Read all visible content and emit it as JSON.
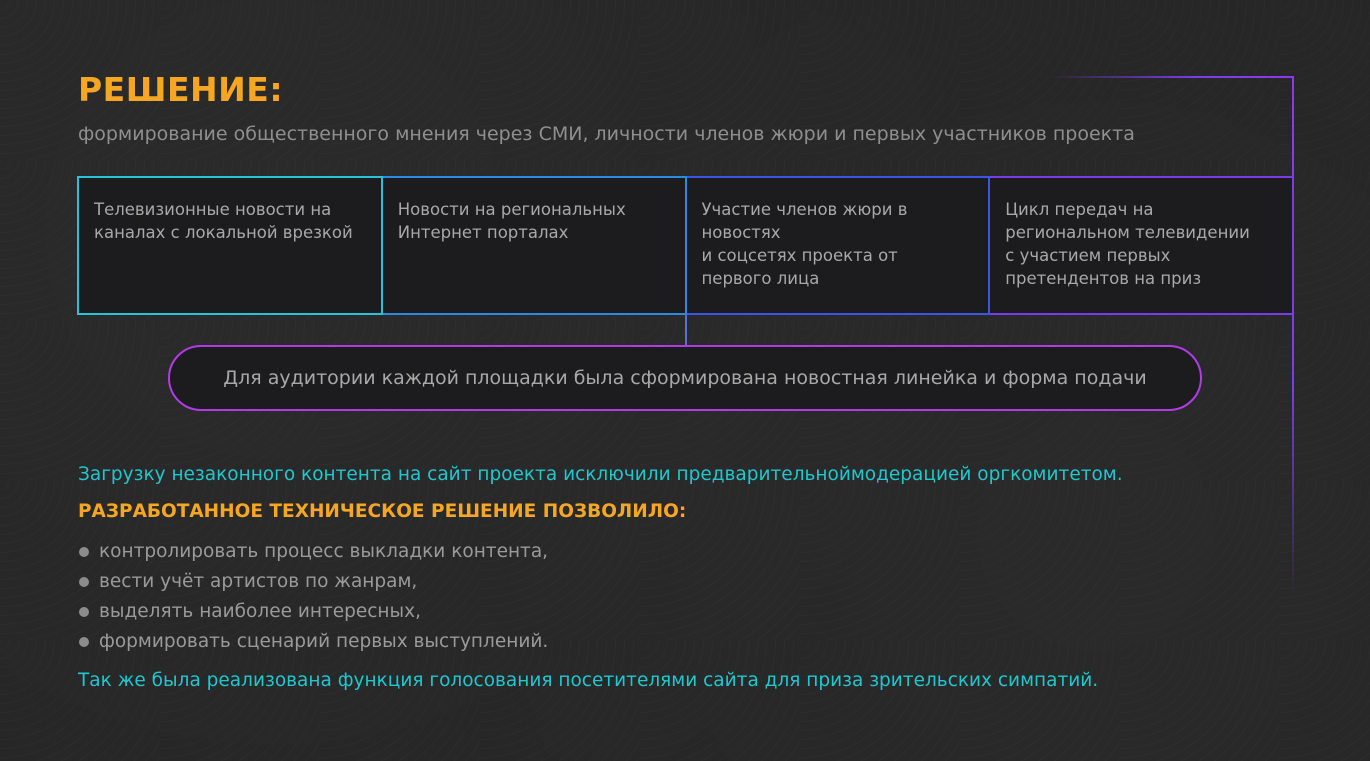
{
  "title": "РЕШЕНИЕ:",
  "subtitle": "формирование общественного мнения через СМИ, личности членов жюри и первых участников проекта",
  "boxes": [
    {
      "text": "Телевизионные новости на\nканалах с локальной врезкой"
    },
    {
      "text": "Новости на региональных\nИнтернет порталах"
    },
    {
      "text": "Участие членов жюри в\nновостях\nи соцсетях проекта от\nпервого лица"
    },
    {
      "text": "Цикл передач на\nрегиональном телевидении\nс участием первых\nпретендентов на приз"
    }
  ],
  "pill_text": "Для аудитории каждой площадки была сформирована новостная линейка и форма подачи",
  "moderation_note": "Загрузку незаконного контента на сайт проекта исключили предварительноймодерацией оргкомитетом.",
  "tech_heading": "РАЗРАБОТАННОЕ ТЕХНИЧЕСКОЕ РЕШЕНИЕ ПОЗВОЛИЛО:",
  "bullets": [
    "контролировать процесс выкладки контента,",
    "вести учёт артистов по жанрам,",
    "выделять наиболее интересных,",
    "формировать сценарий первых выступлений."
  ],
  "voting_note": "Так же была реализована функция голосования посетителями сайта для приза зрительских симпатий.",
  "colors": {
    "accent_orange": "#f5a623",
    "accent_cyan": "#1fc7cf",
    "accent_purple": "#b13ce6",
    "background": "#262626"
  }
}
